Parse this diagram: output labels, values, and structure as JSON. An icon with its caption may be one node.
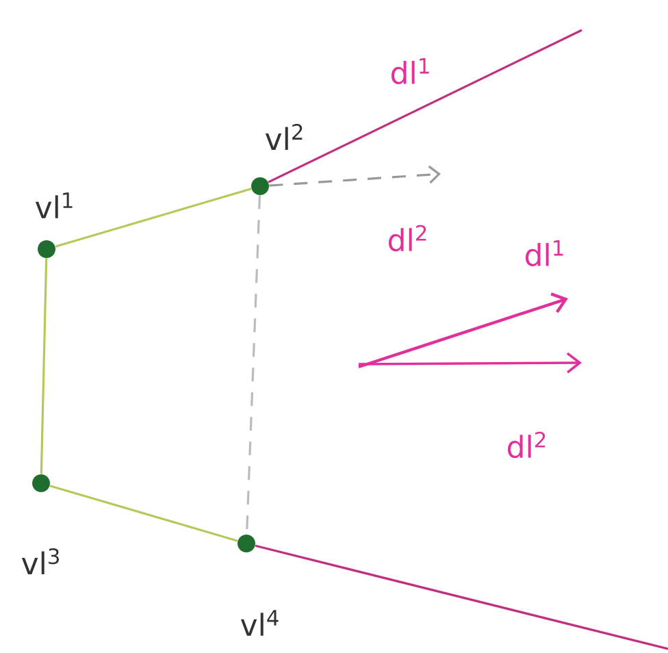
{
  "diagram": {
    "nodes": [
      {
        "text": [
          "vl$^{1}$"
        ]
      },
      {
        "text": [
          "vl$^{2}$"
        ]
      },
      {
        "text": [
          "vl$^{3}$"
        ]
      },
      {
        "text": [
          "vl$^{4}$"
        ]
      }
    ],
    "edges": [
      {
        "from": 0,
        "to": 1,
        "arrow": "none"
      },
      {
        "from": 0,
        "to": 2,
        "arrow": "none"
      },
      {
        "from": 2,
        "to": 3,
        "arrow": "none"
      },
      {
        "from": 1,
        "to": 3,
        "arrow": "none",
        "style": "dashed",
        "color": "#bbbbbb"
      },
      {
        "from": 1,
        "to": null,
        "arrow": "none",
        "color": "#c0307f",
        "label": "dl$^{1}$"
      },
      {
        "from": 1,
        "to": null,
        "arrow": "to",
        "style": "dashed",
        "color": "#999999",
        "label": "dl$^{2}$"
      },
      {
        "from": 3,
        "to": null,
        "arrow": "none",
        "color": "#c0307f"
      }
    ],
    "labels": [
      "dl$^{1}$",
      "dl$^{2}$"
    ]
  }
}
